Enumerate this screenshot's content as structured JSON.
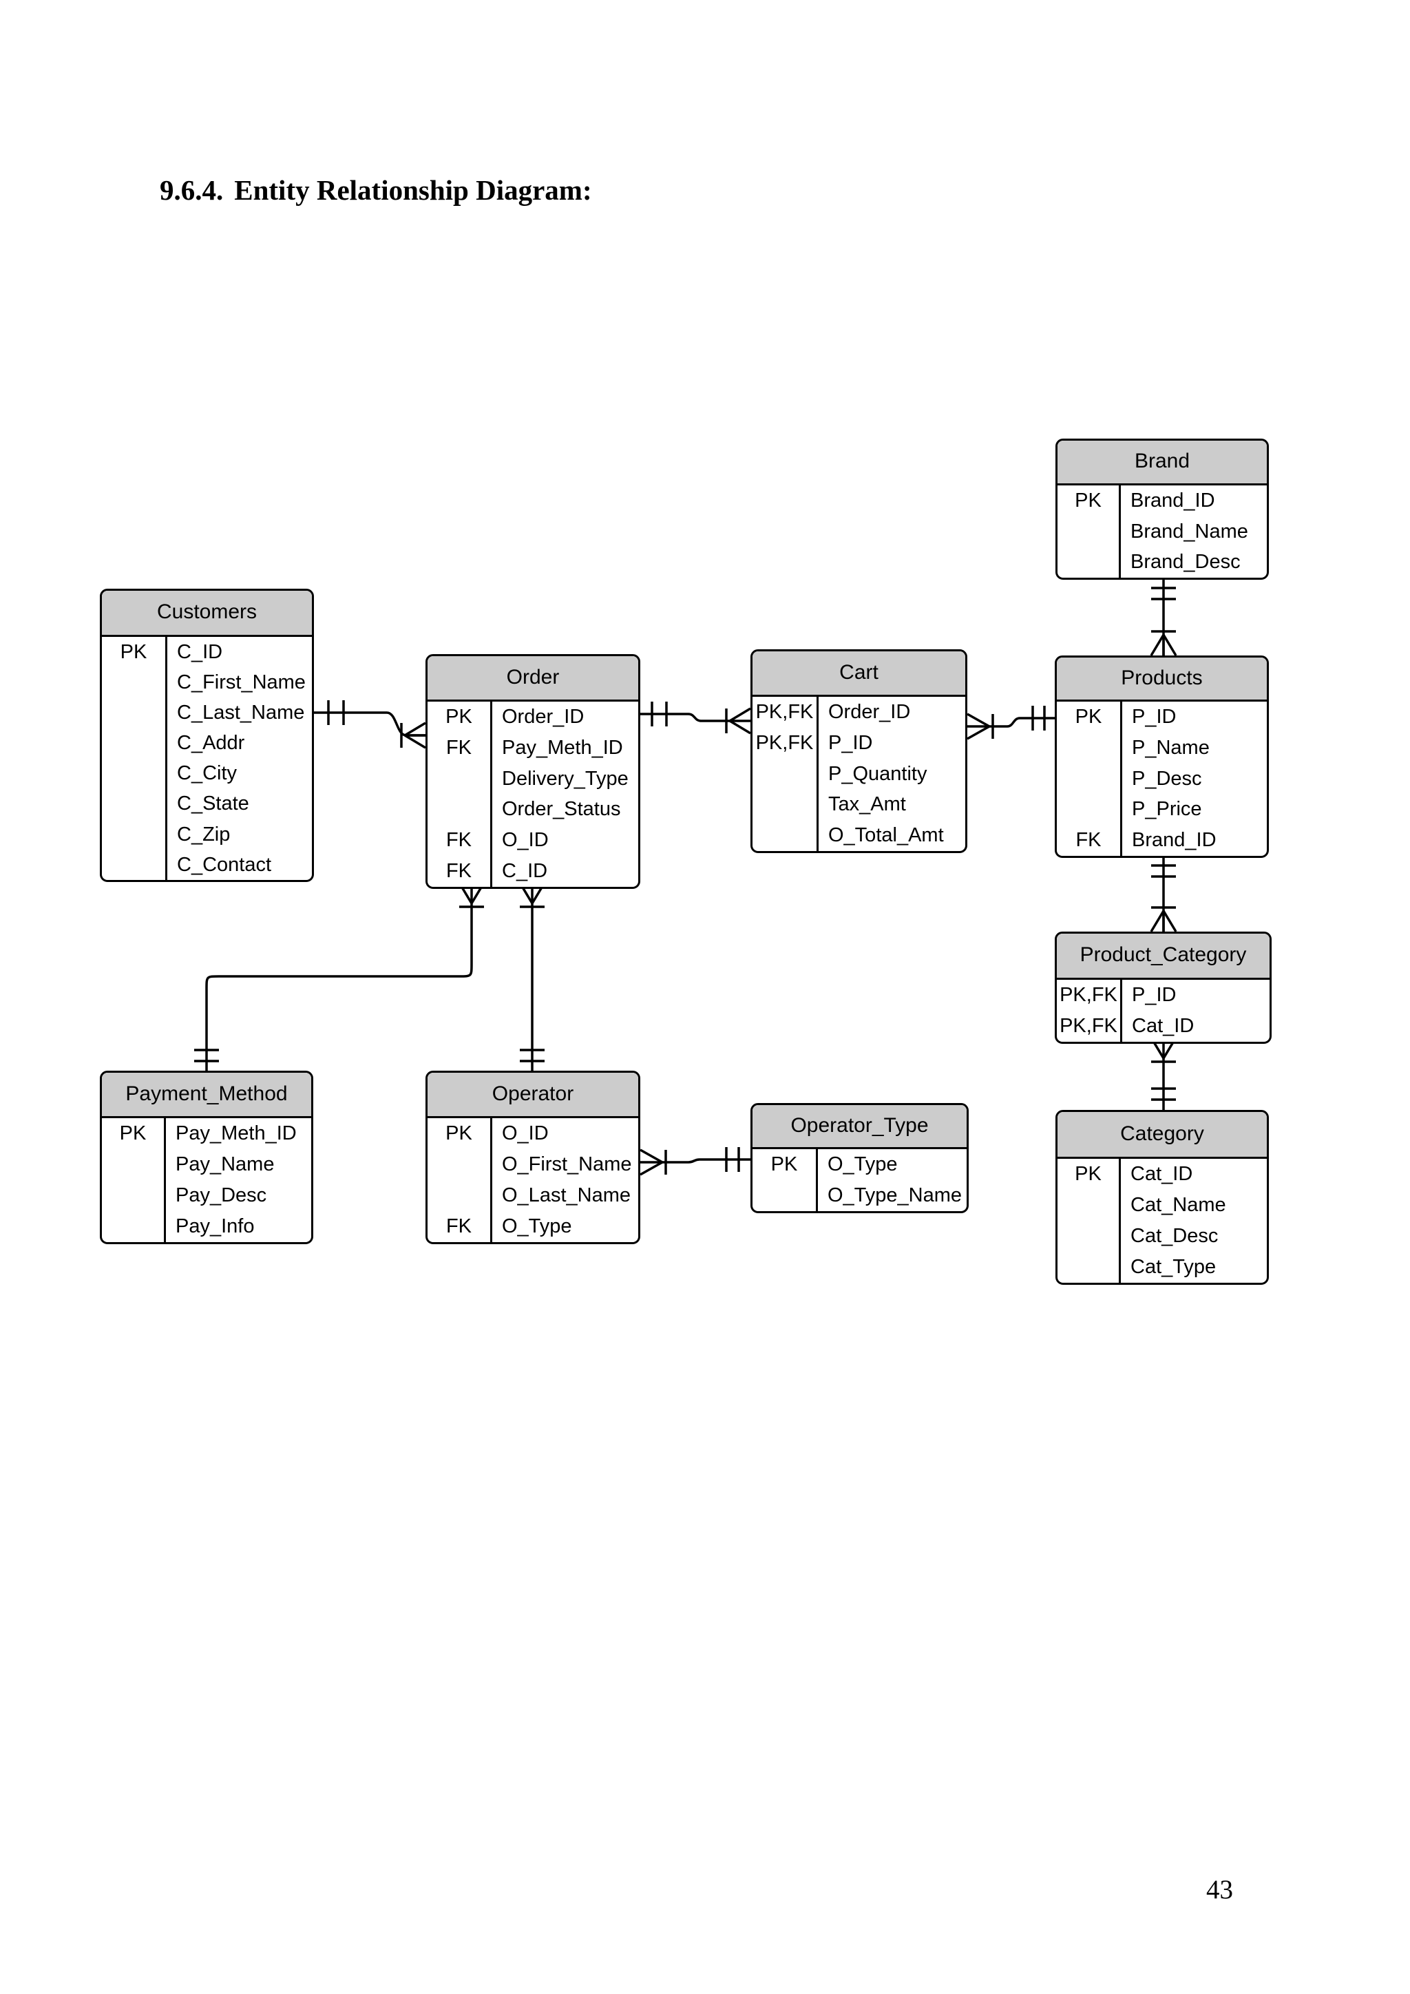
{
  "page": {
    "section_number": "9.6.4.",
    "title": "Entity Relationship Diagram:",
    "page_number": "43"
  },
  "diagram": {
    "header_fill": "#cccccc",
    "line_color": "#000000",
    "entities": [
      {
        "name": "Customers",
        "rows": [
          {
            "key": "PK",
            "field": "C_ID"
          },
          {
            "key": "",
            "field": "C_First_Name"
          },
          {
            "key": "",
            "field": "C_Last_Name"
          },
          {
            "key": "",
            "field": "C_Addr"
          },
          {
            "key": "",
            "field": "C_City"
          },
          {
            "key": "",
            "field": "C_State"
          },
          {
            "key": "",
            "field": "C_Zip"
          },
          {
            "key": "",
            "field": "C_Contact"
          }
        ]
      },
      {
        "name": "Order",
        "rows": [
          {
            "key": "PK",
            "field": "Order_ID"
          },
          {
            "key": "FK",
            "field": "Pay_Meth_ID"
          },
          {
            "key": "",
            "field": "Delivery_Type"
          },
          {
            "key": "",
            "field": "Order_Status"
          },
          {
            "key": "FK",
            "field": "O_ID"
          },
          {
            "key": "FK",
            "field": "C_ID"
          }
        ]
      },
      {
        "name": "Cart",
        "rows": [
          {
            "key": "PK,FK",
            "field": "Order_ID"
          },
          {
            "key": "PK,FK",
            "field": "P_ID"
          },
          {
            "key": "",
            "field": "P_Quantity"
          },
          {
            "key": "",
            "field": "Tax_Amt"
          },
          {
            "key": "",
            "field": "O_Total_Amt"
          }
        ]
      },
      {
        "name": "Brand",
        "rows": [
          {
            "key": "PK",
            "field": "Brand_ID"
          },
          {
            "key": "",
            "field": "Brand_Name"
          },
          {
            "key": "",
            "field": "Brand_Desc"
          }
        ]
      },
      {
        "name": "Products",
        "rows": [
          {
            "key": "PK",
            "field": "P_ID"
          },
          {
            "key": "",
            "field": "P_Name"
          },
          {
            "key": "",
            "field": "P_Desc"
          },
          {
            "key": "",
            "field": "P_Price"
          },
          {
            "key": "FK",
            "field": "Brand_ID"
          }
        ]
      },
      {
        "name": "Product_Category",
        "rows": [
          {
            "key": "PK,FK",
            "field": "P_ID"
          },
          {
            "key": "PK,FK",
            "field": "Cat_ID"
          }
        ]
      },
      {
        "name": "Category",
        "rows": [
          {
            "key": "PK",
            "field": "Cat_ID"
          },
          {
            "key": "",
            "field": "Cat_Name"
          },
          {
            "key": "",
            "field": "Cat_Desc"
          },
          {
            "key": "",
            "field": "Cat_Type"
          }
        ]
      },
      {
        "name": "Payment_Method",
        "rows": [
          {
            "key": "PK",
            "field": "Pay_Meth_ID"
          },
          {
            "key": "",
            "field": "Pay_Name"
          },
          {
            "key": "",
            "field": "Pay_Desc"
          },
          {
            "key": "",
            "field": "Pay_Info"
          }
        ]
      },
      {
        "name": "Operator",
        "rows": [
          {
            "key": "PK",
            "field": "O_ID"
          },
          {
            "key": "",
            "field": "O_First_Name"
          },
          {
            "key": "",
            "field": "O_Last_Name"
          },
          {
            "key": "FK",
            "field": "O_Type"
          }
        ]
      },
      {
        "name": "Operator_Type",
        "rows": [
          {
            "key": "PK",
            "field": "O_Type"
          },
          {
            "key": "",
            "field": "O_Type_Name"
          }
        ]
      }
    ],
    "relationships": [
      {
        "from": "Customers",
        "to": "Order",
        "from_cardinality": "one-and-only-one",
        "to_cardinality": "one-or-many"
      },
      {
        "from": "Order",
        "to": "Cart",
        "from_cardinality": "one-and-only-one",
        "to_cardinality": "one-or-many"
      },
      {
        "from": "Products",
        "to": "Cart",
        "from_cardinality": "one-and-only-one",
        "to_cardinality": "one-or-many"
      },
      {
        "from": "Brand",
        "to": "Products",
        "from_cardinality": "one-and-only-one",
        "to_cardinality": "one-or-many"
      },
      {
        "from": "Products",
        "to": "Product_Category",
        "from_cardinality": "one-and-only-one",
        "to_cardinality": "one-or-many"
      },
      {
        "from": "Category",
        "to": "Product_Category",
        "from_cardinality": "one-and-only-one",
        "to_cardinality": "one-or-many"
      },
      {
        "from": "Payment_Method",
        "to": "Order",
        "from_cardinality": "one-and-only-one",
        "to_cardinality": "one-or-many"
      },
      {
        "from": "Operator",
        "to": "Order",
        "from_cardinality": "one-and-only-one",
        "to_cardinality": "one-or-many"
      },
      {
        "from": "Operator_Type",
        "to": "Operator",
        "from_cardinality": "one-and-only-one",
        "to_cardinality": "one-or-many"
      }
    ]
  }
}
